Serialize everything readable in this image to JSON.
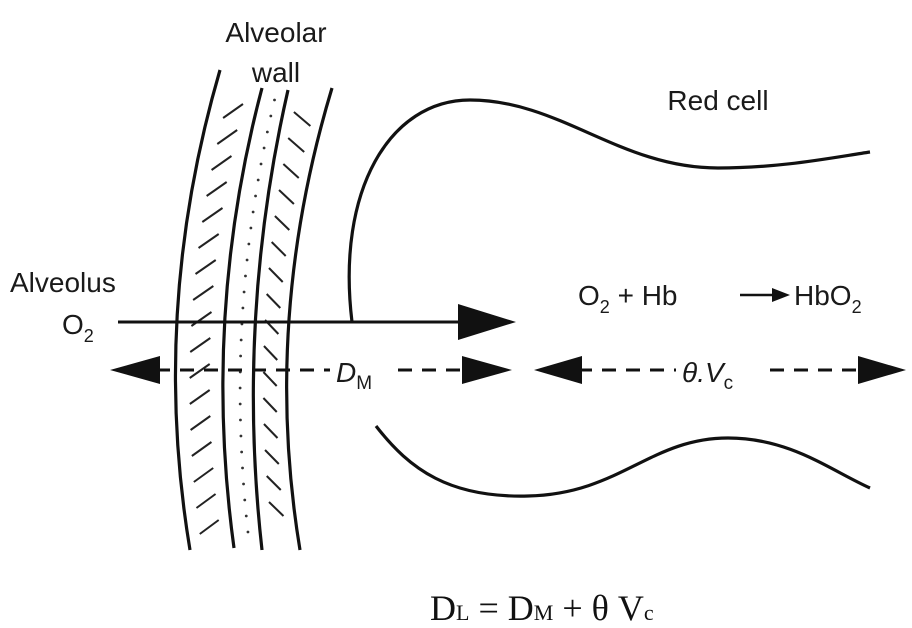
{
  "labels": {
    "wall_line1": "Alveolar",
    "wall_line2": "wall",
    "red_cell": "Red cell",
    "alveolus": "Alveolus",
    "o2_base": "O",
    "o2_sub": "2",
    "reaction_o": "O",
    "reaction_sub1": "2",
    "reaction_plus_hb": " + Hb",
    "reaction_product": "HbO",
    "reaction_sub2": "2",
    "dm_base": "D",
    "dm_sub": "M",
    "theta_vc": "θ.V",
    "theta_vc_sub": "c"
  },
  "formula": {
    "dl_base": "D",
    "dl_sub": "L",
    "equals": " = ",
    "dm_base": "D",
    "dm_sub": "M",
    "plus_theta": " + θ V",
    "vc_sub": "c"
  }
}
